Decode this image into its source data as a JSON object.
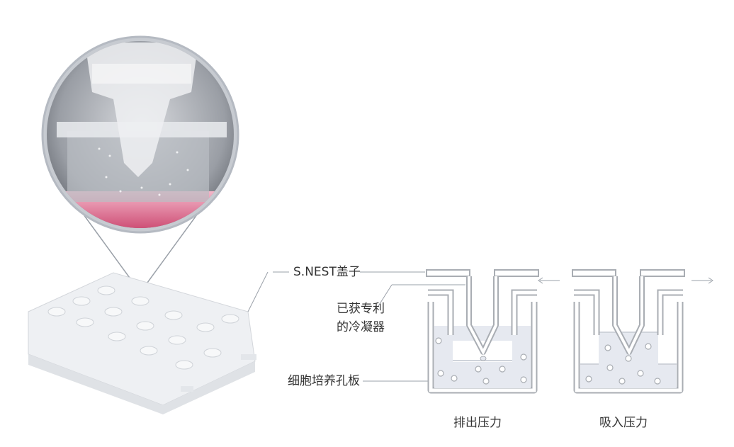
{
  "labels": {
    "lid": "S.NEST盖子",
    "condenser_line1": "已获专利",
    "condenser_line2": "的冷凝器",
    "plate": "细胞培养孔板",
    "exhaust": "排出压力",
    "intake": "吸入压力"
  },
  "colors": {
    "outline": "#a9adb3",
    "liquid": "#e6e9f0",
    "accent_pink": "#d9577f"
  }
}
